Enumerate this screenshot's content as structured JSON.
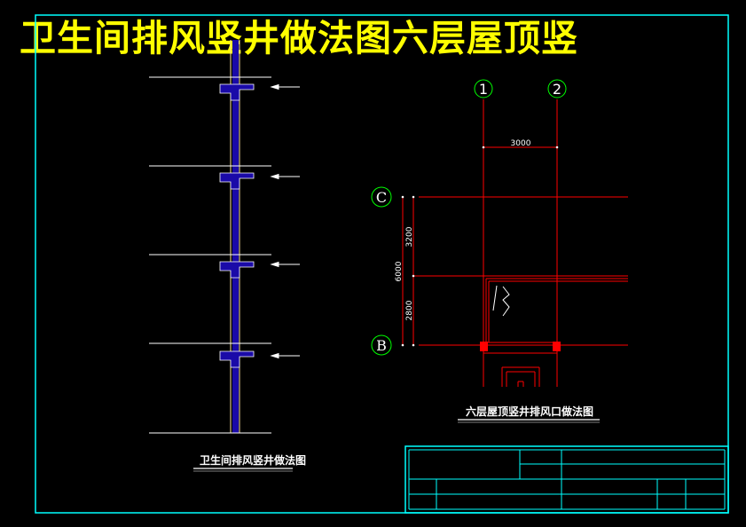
{
  "banner_text": "卫生间排风竖井做法图六层屋顶竖",
  "left_drawing": {
    "title": "卫生间排风竖井做法图"
  },
  "right_drawing": {
    "title": "六层屋顶竖井排风口做法图",
    "axis_labels": [
      "1",
      "2",
      "C",
      "B"
    ],
    "dims": {
      "width_3000": "3000",
      "height_6000": "6000",
      "upper_3200": "3200",
      "lower_2800": "2800"
    }
  },
  "colors": {
    "frame": "#00ffff",
    "axis": "#ff0000",
    "bubble": "#00ff00",
    "banner": "#ffff00",
    "duct": "#1a0aa8",
    "text": "#ffffff"
  }
}
